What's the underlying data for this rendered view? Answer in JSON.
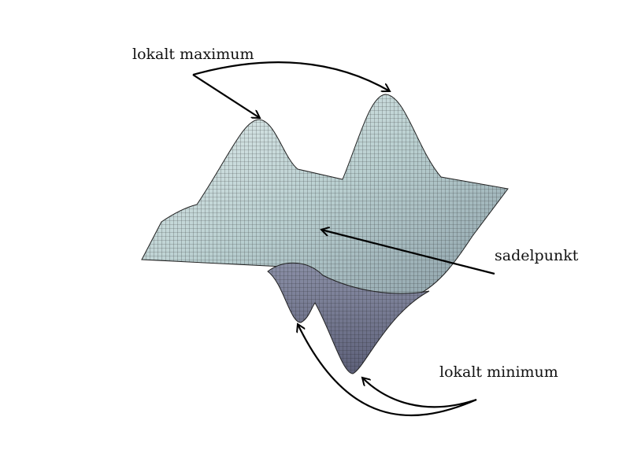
{
  "labels": {
    "maximum": "lokalt maximum",
    "saddle": "sadelpunkt",
    "minimum": "lokalt minimum"
  },
  "colors": {
    "surface_light": "#c9dcdc",
    "surface_mid": "#9fb2b8",
    "surface_dark": "#6e7188",
    "mesh": "#1a1a1a",
    "arrow": "#000000"
  }
}
